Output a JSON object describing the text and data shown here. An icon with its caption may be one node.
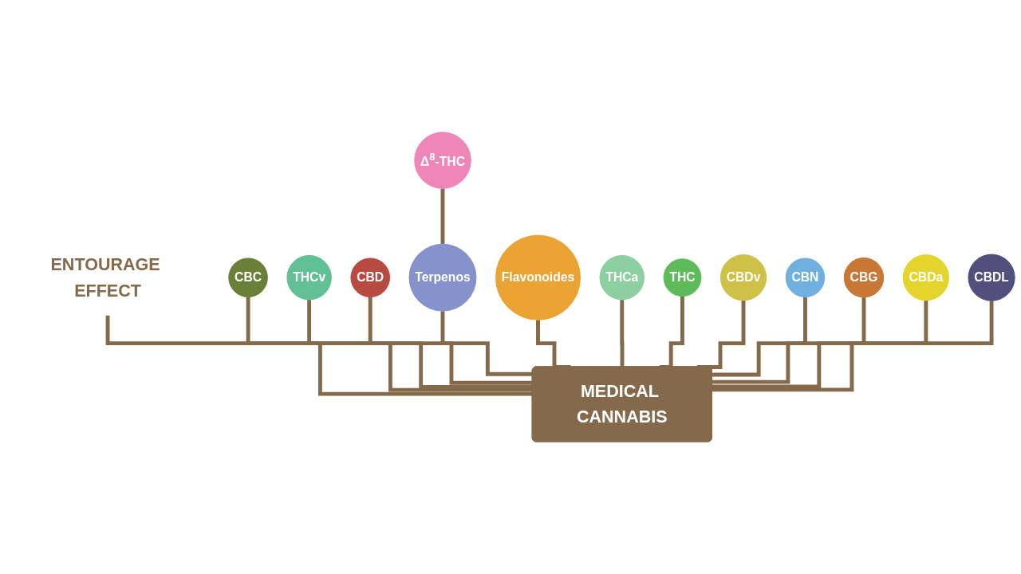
{
  "diagram": {
    "nodes": [
      {
        "text": [
          "ENTOURAGE EFFECT"
        ]
      },
      {
        "text": [
          "CBC"
        ]
      },
      {
        "text": [
          "THCv"
        ]
      },
      {
        "text": [
          "Δ$^{8}$-THC"
        ]
      },
      {
        "text": [
          "CBD"
        ]
      },
      {
        "text": [
          "Terpenos"
        ]
      },
      {
        "text": [
          "Flavonoides"
        ]
      },
      {
        "text": [
          "THCa"
        ]
      },
      {
        "text": [
          "THC"
        ]
      },
      {
        "text": [
          "CBDv"
        ]
      },
      {
        "text": [
          "CBN"
        ]
      },
      {
        "text": [
          "CBG"
        ]
      },
      {
        "text": [
          "CBDa"
        ]
      },
      {
        "text": [
          "CBDL"
        ]
      },
      {
        "text": [
          "MEDICAL CANNABIS"
        ]
      }
    ],
    "edges": [
      {
        "from": 14,
        "to": 0,
        "arrow": "none"
      },
      {
        "from": 14,
        "to": 1,
        "arrow": "none"
      },
      {
        "from": 14,
        "to": 2,
        "arrow": "none"
      },
      {
        "from": 5,
        "to": 3,
        "arrow": "none"
      },
      {
        "from": 14,
        "to": 4,
        "arrow": "none"
      },
      {
        "from": 14,
        "to": 5,
        "arrow": "none"
      },
      {
        "from": 14,
        "to": 6,
        "arrow": "none"
      },
      {
        "from": 14,
        "to": 7,
        "arrow": "none"
      },
      {
        "from": 14,
        "to": 8,
        "arrow": "none"
      },
      {
        "from": 14,
        "to": 9,
        "arrow": "none"
      },
      {
        "from": 14,
        "to": 10,
        "arrow": "none"
      },
      {
        "from": 14,
        "to": 11,
        "arrow": "none"
      },
      {
        "from": 14,
        "to": 12,
        "arrow": "none"
      },
      {
        "from": 14,
        "to": 13,
        "arrow": "none"
      }
    ]
  }
}
